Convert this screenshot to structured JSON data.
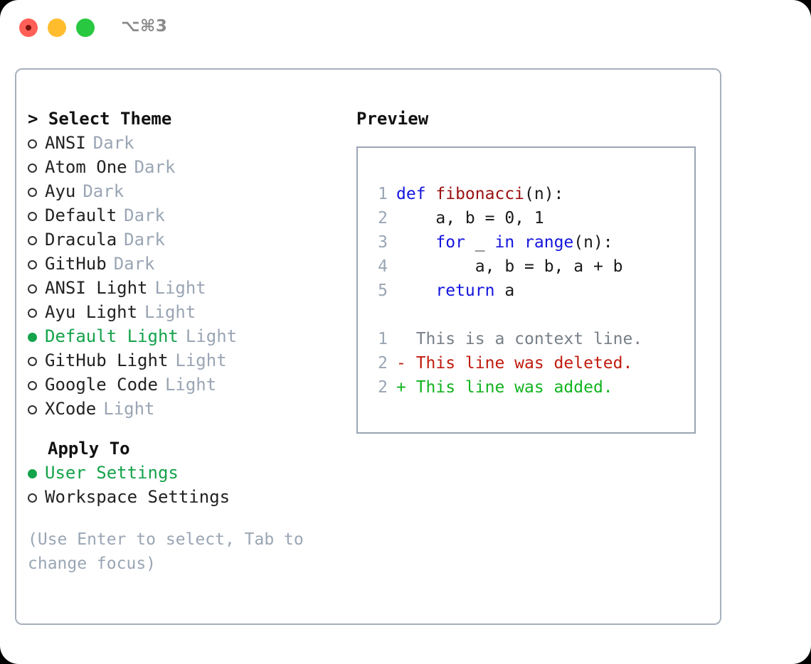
{
  "titlebar": {
    "shortcut": "⌥⌘3",
    "lights": [
      "close",
      "minimize",
      "maximize"
    ]
  },
  "theme_picker": {
    "header": "> Select Theme",
    "options": [
      {
        "label": "ANSI",
        "meta": "Dark",
        "selected": false
      },
      {
        "label": "Atom One",
        "meta": "Dark",
        "selected": false
      },
      {
        "label": "Ayu",
        "meta": "Dark",
        "selected": false
      },
      {
        "label": "Default",
        "meta": "Dark",
        "selected": false
      },
      {
        "label": "Dracula",
        "meta": "Dark",
        "selected": false
      },
      {
        "label": "GitHub",
        "meta": "Dark",
        "selected": false
      },
      {
        "label": "ANSI Light",
        "meta": "Light",
        "selected": false
      },
      {
        "label": "Ayu Light",
        "meta": "Light",
        "selected": false
      },
      {
        "label": "Default Light",
        "meta": "Light",
        "selected": true
      },
      {
        "label": "GitHub Light",
        "meta": "Light",
        "selected": false
      },
      {
        "label": "Google Code",
        "meta": "Light",
        "selected": false
      },
      {
        "label": "XCode",
        "meta": "Light",
        "selected": false
      }
    ]
  },
  "apply_to": {
    "header": "Apply To",
    "options": [
      {
        "label": "User Settings",
        "selected": true
      },
      {
        "label": "Workspace Settings",
        "selected": false
      }
    ]
  },
  "hint": "(Use Enter to select, Tab to change focus)",
  "preview": {
    "title": "Preview",
    "code_lines": [
      {
        "num": "1",
        "segments": [
          {
            "text": "def ",
            "kind": "kw"
          },
          {
            "text": "fibonacci",
            "kind": "fn"
          },
          {
            "text": "(n):",
            "kind": "plain"
          }
        ]
      },
      {
        "num": "2",
        "segments": [
          {
            "text": "    a, b = 0, 1",
            "kind": "plain"
          }
        ]
      },
      {
        "num": "3",
        "segments": [
          {
            "text": "    ",
            "kind": "plain"
          },
          {
            "text": "for",
            "kind": "kw"
          },
          {
            "text": " _ ",
            "kind": "plain"
          },
          {
            "text": "in range",
            "kind": "kw"
          },
          {
            "text": "(n):",
            "kind": "plain"
          }
        ]
      },
      {
        "num": "4",
        "segments": [
          {
            "text": "        a, b = b, a + b",
            "kind": "plain"
          }
        ]
      },
      {
        "num": "5",
        "segments": [
          {
            "text": "    ",
            "kind": "plain"
          },
          {
            "text": "return",
            "kind": "kw"
          },
          {
            "text": " a",
            "kind": "plain"
          }
        ]
      }
    ],
    "diff_lines": [
      {
        "num": "1",
        "marker": "  ",
        "text": "This is a context line.",
        "kind": "ctx"
      },
      {
        "num": "2",
        "marker": "- ",
        "text": "This line was deleted.",
        "kind": "del"
      },
      {
        "num": "2",
        "marker": "+ ",
        "text": "This line was added.",
        "kind": "add"
      }
    ]
  },
  "colors": {
    "accent_green": "#14a34a",
    "muted": "#9aa5b4",
    "border": "#a6b0bd",
    "keyword": "#1414e0",
    "function": "#9b1111",
    "diff_add": "#12b420",
    "diff_del": "#c01c0e",
    "traffic_red": "#ff5f56",
    "traffic_yellow": "#ffbd2e",
    "traffic_green": "#28c840"
  }
}
